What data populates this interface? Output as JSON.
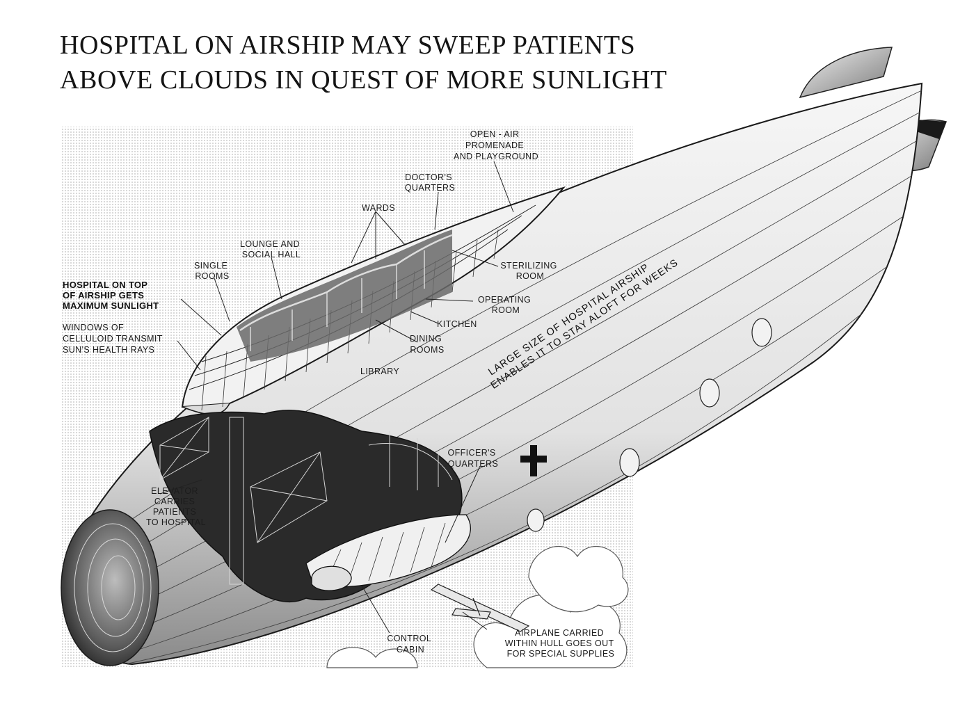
{
  "headline": {
    "line1": "HOSPITAL ON AIRSHIP MAY SWEEP PATIENTS",
    "line2": "ABOVE CLOUDS IN QUEST OF MORE SUNLIGHT"
  },
  "callouts": {
    "open_air": [
      "OPEN - AIR",
      "PROMENADE",
      "AND PLAYGROUND"
    ],
    "doctors": [
      "DOCTOR'S",
      "QUARTERS"
    ],
    "wards": "WARDS",
    "lounge": [
      "LOUNGE AND",
      "SOCIAL HALL"
    ],
    "single_rooms": [
      "SINGLE",
      "ROOMS"
    ],
    "hospital_top": [
      "HOSPITAL ON TOP",
      "OF AIRSHIP GETS",
      "MAXIMUM SUNLIGHT"
    ],
    "windows": [
      "WINDOWS  OF",
      "CELLULOID TRANSMIT",
      "SUN'S HEALTH RAYS"
    ],
    "sterilizing": [
      "STERILIZING",
      "ROOM"
    ],
    "operating": [
      "OPERATING",
      "ROOM"
    ],
    "kitchen": "KITCHEN",
    "dining": [
      "DINING",
      "ROOMS"
    ],
    "library": "LIBRARY",
    "officers": [
      "OFFICER'S",
      "QUARTERS"
    ],
    "elevator": [
      "ELEVATOR",
      "CARRIES",
      "PATIENTS",
      "TO HOSPITAL"
    ],
    "control": [
      "CONTROL",
      "CABIN"
    ],
    "airplane": [
      "AIRPLANE CARRIED",
      "WITHIN HULL GOES OUT",
      "FOR SPECIAL SUPPLIES"
    ]
  },
  "hull_caption": [
    "LARGE SIZE OF HOSPITAL AIRSHIP",
    "ENABLES IT TO STAY ALOFT FOR WEEKS"
  ]
}
